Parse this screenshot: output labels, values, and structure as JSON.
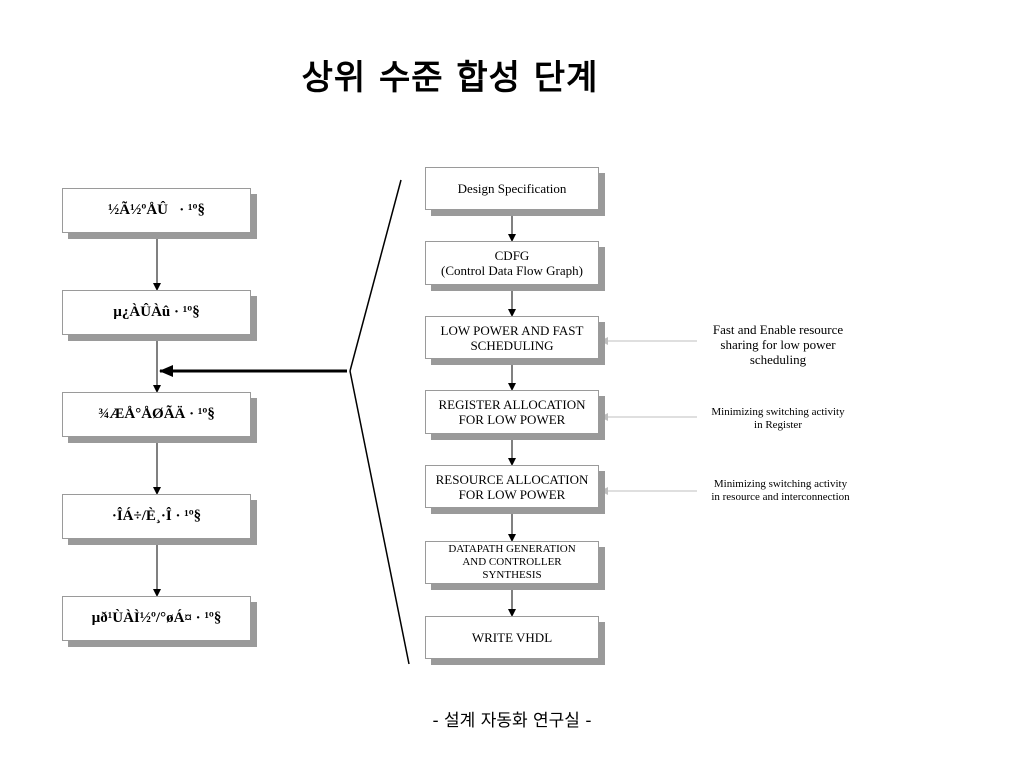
{
  "title": "상위 수준 합성 단계",
  "left_flow": [
    "½Ã½ºÅÛ   · ¹º§",
    "µ¿ÀÛÀû · ¹º§",
    "¾ÆÅ°ÅØÃÄ · ¹º§",
    "·ÎÁ÷/È¸·Î · ¹º§",
    "µð¹ÙÀÌ½º/°øÁ¤ · ¹º§"
  ],
  "right_flow": [
    "Design Specification",
    "CDFG\n(Control Data Flow Graph)",
    "LOW POWER  AND FAST\nSCHEDULING",
    "REGISTER ALLOCATION\nFOR LOW POWER",
    "RESOURCE ALLOCATION\nFOR LOW POWER",
    "DATAPATH GENERATION\nAND CONTROLLER\nSYNTHESIS",
    "WRITE VHDL"
  ],
  "notes": [
    "Fast  and Enable  resource\nsharing for low power\nscheduling",
    "Minimizing switching activity\nin Register",
    "Minimizing switching activity\nin resource  and interconnection"
  ],
  "footer": "- 설계 자동화 연구실 -"
}
